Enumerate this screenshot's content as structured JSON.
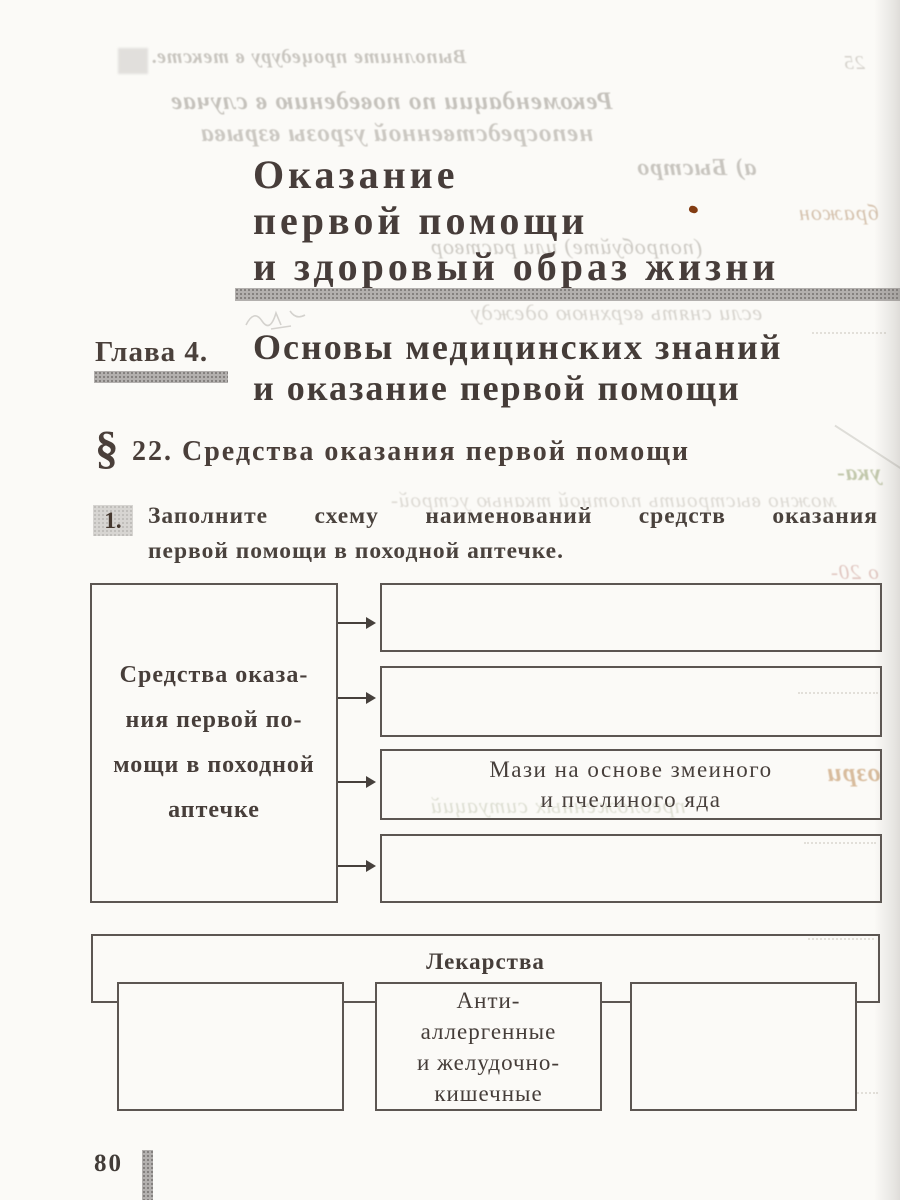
{
  "document": {
    "page_number": "80",
    "main_title": {
      "lines": [
        "Оказание",
        "первой помощи",
        "и здоровый образ жизни"
      ]
    },
    "chapter": {
      "label": "Глава 4.",
      "title_lines": [
        "Основы медицинских знаний",
        "и оказание первой помощи"
      ]
    },
    "section": {
      "paragraph_mark": "§",
      "heading": "22. Средства оказания первой помощи"
    },
    "task": {
      "number": "1.",
      "lines": [
        "Заполните схему наименований средств оказания",
        "первой помощи в походной аптечке."
      ]
    }
  },
  "scheme": {
    "source_box": {
      "lines": [
        "Средства оказа-",
        "ния первой по-",
        "мощи в походной",
        "аптечке"
      ]
    },
    "target_boxes": [
      {
        "lines": []
      },
      {
        "lines": []
      },
      {
        "lines": [
          "Мази на основе змеиного",
          "и пчелиного яда"
        ]
      },
      {
        "lines": []
      }
    ]
  },
  "medicines_scheme": {
    "parent_box": {
      "label": "Лекарства"
    },
    "child_boxes": [
      {
        "lines": []
      },
      {
        "lines": [
          "Анти-",
          "аллергенные",
          "и желудочно-",
          "кишечные"
        ]
      },
      {
        "lines": []
      }
    ]
  },
  "bleedthrough_fragments": [
    {
      "text": "Выполните процедуру в тексте."
    },
    {
      "text": "Рекомендации по поведению в случае"
    },
    {
      "text": "непосредственной угрозы взрыва"
    },
    {
      "text": "а) Быстро"
    },
    {
      "text": "бражон"
    },
    {
      "text": "(попробуйте) или раствор"
    },
    {
      "text": "если снять верхнюю одежду"
    },
    {
      "text": "ука-"
    },
    {
      "text": "можно выстроить плотной тканью устрой-"
    },
    {
      "text": "о 20-"
    },
    {
      "text": "озри"
    },
    {
      "text": "предложенных ситуаций"
    },
    {
      "text": "25"
    }
  ],
  "colors": {
    "paper": "#fbfaf7",
    "ink": "#473e3a",
    "box_border": "#5c5652",
    "halftone_gray": "#b3b0ae",
    "stain_red": "#833c12"
  }
}
